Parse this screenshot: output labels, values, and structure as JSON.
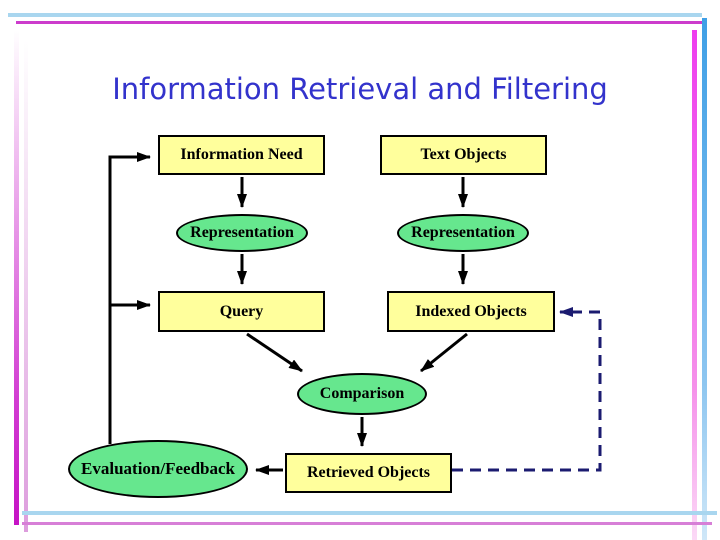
{
  "title": {
    "text": "Information Retrieval and Filtering",
    "color": "#3333cc"
  },
  "diagram": {
    "boxes": [
      {
        "label": "Information Need"
      },
      {
        "label": "Text Objects"
      },
      {
        "label": "Query"
      },
      {
        "label": "Indexed Objects"
      },
      {
        "label": "Retrieved Objects"
      }
    ],
    "ellipses": [
      {
        "label": "Representation"
      },
      {
        "label": "Representation"
      },
      {
        "label": "Comparison"
      },
      {
        "label": "Evaluation/Feedback"
      }
    ],
    "colors": {
      "box_fill": "#ffff9c",
      "ellipse_fill": "#66e78e",
      "outline": "#000000",
      "solid_arrow": "#000000",
      "dashed_arrow": "#1b1b70",
      "title_text": "#3333cc",
      "frame_cyan": "#a9d6ef",
      "frame_magenta": "#cc3ccc"
    }
  }
}
